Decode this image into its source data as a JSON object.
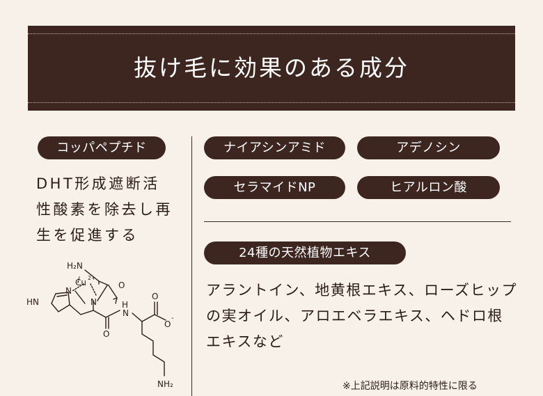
{
  "banner": {
    "title": "抜け毛に効果のある成分"
  },
  "left": {
    "badge": "コッパペプチド",
    "lines": [
      "DHT形成遮断活",
      "性酸素を除去し再",
      "生を促進する"
    ],
    "molecule": {
      "h2n": "H₂N",
      "cu": "Cu",
      "cu_charge": "2+",
      "n1": "N",
      "o1": "O",
      "hn": "HN",
      "n_ring": "N",
      "h": "H",
      "n_amide": "N",
      "o2": "O",
      "o3": "O",
      "o4": "O",
      "minus": "-",
      "nh2": "NH₂"
    }
  },
  "right": {
    "badges": [
      "ナイアシンアミド",
      "アデノシン",
      "セラマイドNP",
      "ヒアルロン酸"
    ],
    "section_badge": "24種の天然植物エキス",
    "lines": [
      "アラントイン、地黄根エキス、ローズヒップ",
      "の実オイル、アロエベラエキス、ヘドロ根",
      "エキスなど"
    ]
  },
  "note": "※上記説明は原料的特性に限る",
  "colors": {
    "brown": "#3d2620",
    "background": "#f8f1ea"
  }
}
